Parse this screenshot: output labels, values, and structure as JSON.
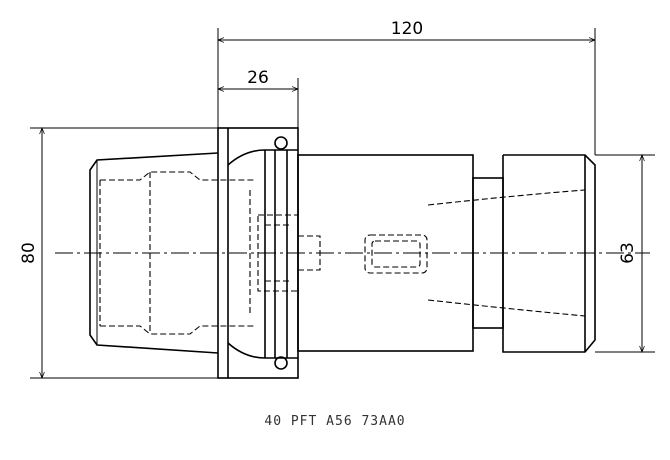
{
  "dimensions": {
    "overall_length": "120",
    "flange_length": "26",
    "flange_diameter": "80",
    "body_diameter": "63"
  },
  "caption": "40 PFT A56 73AA0"
}
